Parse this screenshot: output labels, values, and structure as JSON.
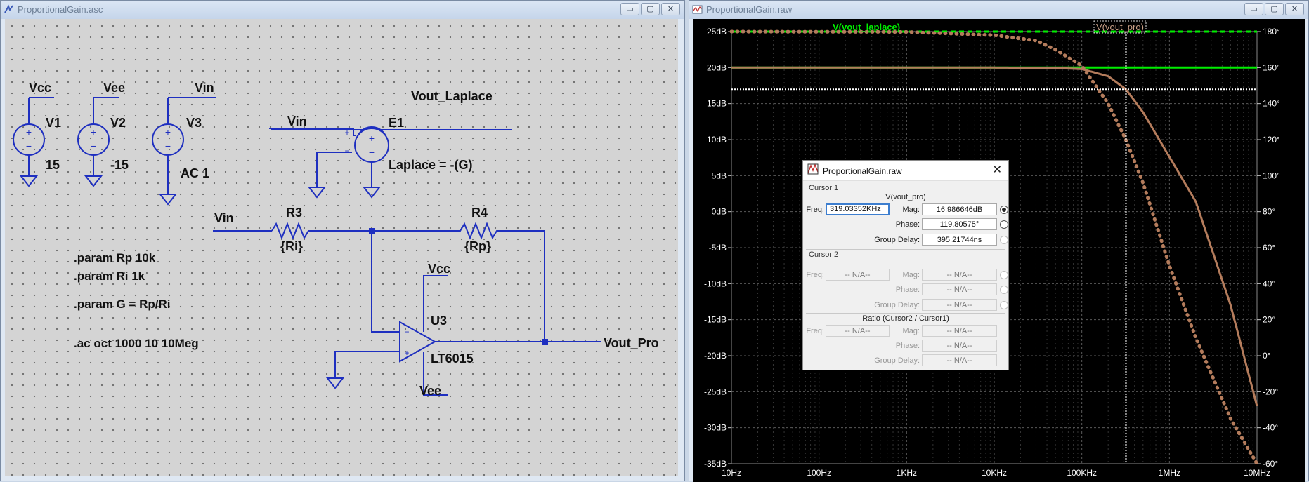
{
  "schematic_window": {
    "title": "ProportionalGain.asc"
  },
  "waveform_window": {
    "title": "ProportionalGain.raw"
  },
  "window_buttons": {
    "minimize": "▭",
    "maximize": "▢",
    "close": "✕"
  },
  "schematic": {
    "labels": {
      "vcc_top": "Vcc",
      "vee_top": "Vee",
      "vin_top": "Vin",
      "v1": "V1",
      "v2": "V2",
      "v3": "V3",
      "v1_value": "15",
      "v2_value": "-15",
      "v3_value": "AC 1",
      "vout_laplace": "Vout_Laplace",
      "e1_vin": "Vin",
      "e1": "E1",
      "e1_value": "Laplace = -(G)",
      "r_vin": "Vin",
      "r3": "R3",
      "r3_value": "{Ri}",
      "r4": "R4",
      "r4_value": "{Rp}",
      "op_vcc": "Vcc",
      "u3": "U3",
      "u3_model": "LT6015",
      "op_vee": "Vee",
      "vout_pro": "Vout_Pro",
      "e1_plus": "+",
      "e1_minus": "−",
      "op_minus": "−",
      "op_plus": "+",
      "vsrc_plus": "+",
      "vsrc_minus": "−"
    },
    "directives": [
      ".param Rp 10k",
      ".param Ri 1k",
      ".param G = Rp/Ri",
      ".ac oct 1000 10 10Meg"
    ]
  },
  "waveform": {
    "trace_labels": {
      "laplace": "V(vout_laplace)",
      "pro": "V(vout_pro)"
    },
    "colors": {
      "laplace": "#00ee00",
      "pro": "#b47c5c",
      "grid": "#5a5a5a",
      "axis_text": "#ffffff",
      "background": "#000000"
    }
  },
  "cursor_dialog": {
    "title": "ProportionalGain.raw",
    "close": "✕",
    "cursor1": {
      "section": "Cursor 1",
      "trace": "V(vout_pro)",
      "freq_label": "Freq:",
      "freq": "319.03352KHz",
      "mag_label": "Mag:",
      "mag": "16.986646dB",
      "phase_label": "Phase:",
      "phase": "119.80575°",
      "gd_label": "Group Delay:",
      "gd": "395.21744ns"
    },
    "cursor2": {
      "section": "Cursor 2",
      "freq_label": "Freq:",
      "freq": "-- N/A--",
      "mag_label": "Mag:",
      "mag": "-- N/A--",
      "phase_label": "Phase:",
      "phase": "-- N/A--",
      "gd_label": "Group Delay:",
      "gd": "-- N/A--"
    },
    "ratio": {
      "section": "Ratio (Cursor2 / Cursor1)",
      "freq_label": "Freq:",
      "freq": "-- N/A--",
      "mag_label": "Mag:",
      "mag": "-- N/A--",
      "phase_label": "Phase:",
      "phase": "-- N/A--",
      "gd_label": "Group Delay:",
      "gd": "-- N/A--"
    }
  },
  "chart_data": {
    "type": "line",
    "x_scale": "log",
    "xlim": [
      10,
      10000000
    ],
    "ylim": [
      -35,
      25
    ],
    "y2lim": [
      -60,
      180
    ],
    "x_ticks": [
      "10Hz",
      "100Hz",
      "1KHz",
      "10KHz",
      "100KHz",
      "1MHz",
      "10MHz"
    ],
    "y_ticks": [
      "25dB",
      "20dB",
      "15dB",
      "10dB",
      "5dB",
      "0dB",
      "-5dB",
      "-10dB",
      "-15dB",
      "-20dB",
      "-25dB",
      "-30dB",
      "-35dB"
    ],
    "y2_ticks": [
      "180°",
      "160°",
      "140°",
      "120°",
      "100°",
      "80°",
      "60°",
      "40°",
      "20°",
      "0°",
      "-20°",
      "-40°",
      "-60°"
    ],
    "grid": true,
    "series": [
      {
        "name": "V(vout_laplace)",
        "style": "solid magnitude",
        "x": [
          10,
          10000000
        ],
        "y": [
          20,
          20
        ]
      },
      {
        "name": "V(vout_laplace)",
        "style": "dashed phase",
        "x": [
          10,
          10000000
        ],
        "y2": [
          180,
          180
        ]
      },
      {
        "name": "V(vout_pro)",
        "style": "solid magnitude",
        "x": [
          10,
          1000,
          10000,
          50000,
          100000,
          200000,
          319034,
          500000,
          1000000,
          2000000,
          5000000,
          10000000
        ],
        "y": [
          20,
          20,
          20,
          19.95,
          19.8,
          18.8,
          16.99,
          13.8,
          7.6,
          1.4,
          -13,
          -27
        ]
      },
      {
        "name": "V(vout_pro)",
        "style": "dotted phase",
        "x": [
          10,
          1000,
          10000,
          30000,
          50000,
          100000,
          200000,
          319034,
          500000,
          1000000,
          2000000,
          5000000,
          10000000
        ],
        "y2": [
          180,
          179.8,
          178,
          175,
          170,
          161,
          140,
          119.8,
          96,
          50,
          10,
          -35,
          -60
        ]
      }
    ],
    "cursor": {
      "x": 319034,
      "y": 16.986646
    }
  }
}
